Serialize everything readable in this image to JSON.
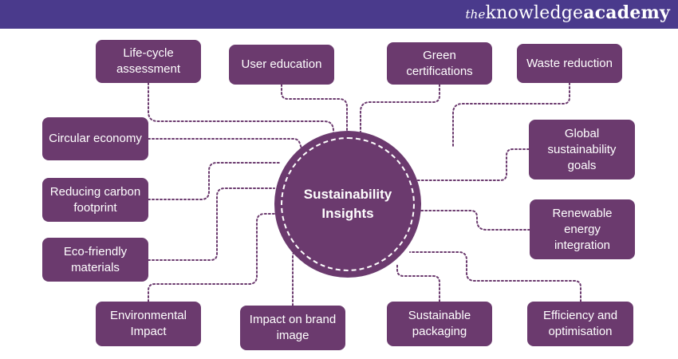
{
  "brand": {
    "prefix": "the",
    "word1": "knowledge",
    "word2": "academy"
  },
  "colors": {
    "header": "#4a3a8c",
    "node": "#6b3a6e",
    "connector": "#6b3a6e",
    "text": "#ffffff"
  },
  "hub": {
    "label": "Sustainability Insights"
  },
  "nodes": [
    {
      "label": "Life-cycle assessment"
    },
    {
      "label": "User education"
    },
    {
      "label": "Green certifications"
    },
    {
      "label": "Waste reduction"
    },
    {
      "label": "Circular economy"
    },
    {
      "label": "Global sustainability goals"
    },
    {
      "label": "Reducing carbon footprint"
    },
    {
      "label": "Renewable energy integration"
    },
    {
      "label": "Eco-friendly materials"
    },
    {
      "label": "Environmental Impact"
    },
    {
      "label": "Impact on brand image"
    },
    {
      "label": "Sustainable packaging"
    },
    {
      "label": "Efficiency and optimisation"
    }
  ]
}
